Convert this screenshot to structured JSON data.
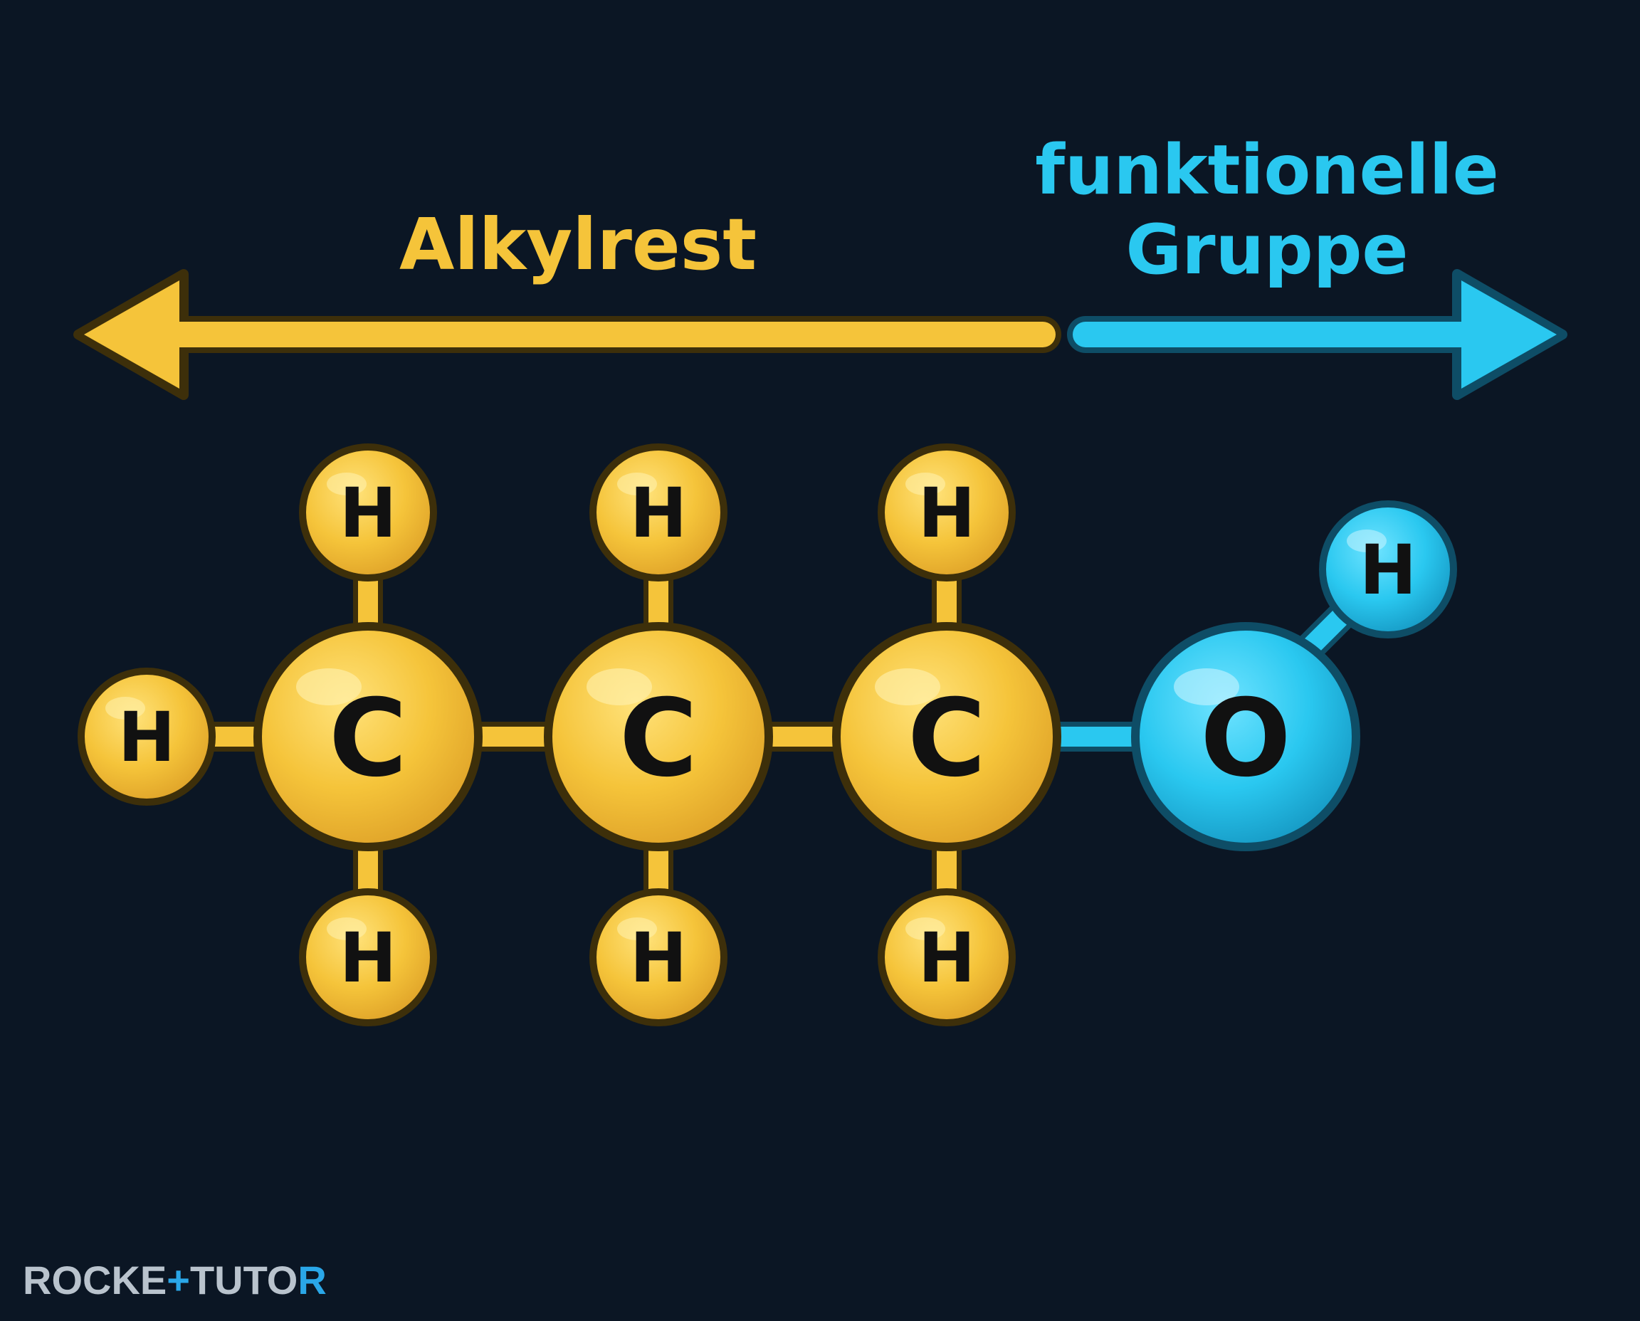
{
  "labels": {
    "alkyl": "Alkylrest",
    "functional_line1": "funktionelle",
    "functional_line2": "Gruppe"
  },
  "atoms": {
    "carbon": "C",
    "hydrogen": "H",
    "oxygen": "O"
  },
  "logo": {
    "part1": "ROCKE",
    "plus": "+",
    "part2": "TUTO",
    "part3": "R"
  },
  "colors": {
    "background": "#0b1624",
    "alkyl": "#f5c43a",
    "alkyl_dark": "#e0a526",
    "functional": "#2ac8f0",
    "functional_dark": "#17a3cc",
    "outline": "#4a3a10",
    "outline_blue": "#0e4d66",
    "logo": "#b9c3cd",
    "logo_accent": "#2aa7e8"
  }
}
